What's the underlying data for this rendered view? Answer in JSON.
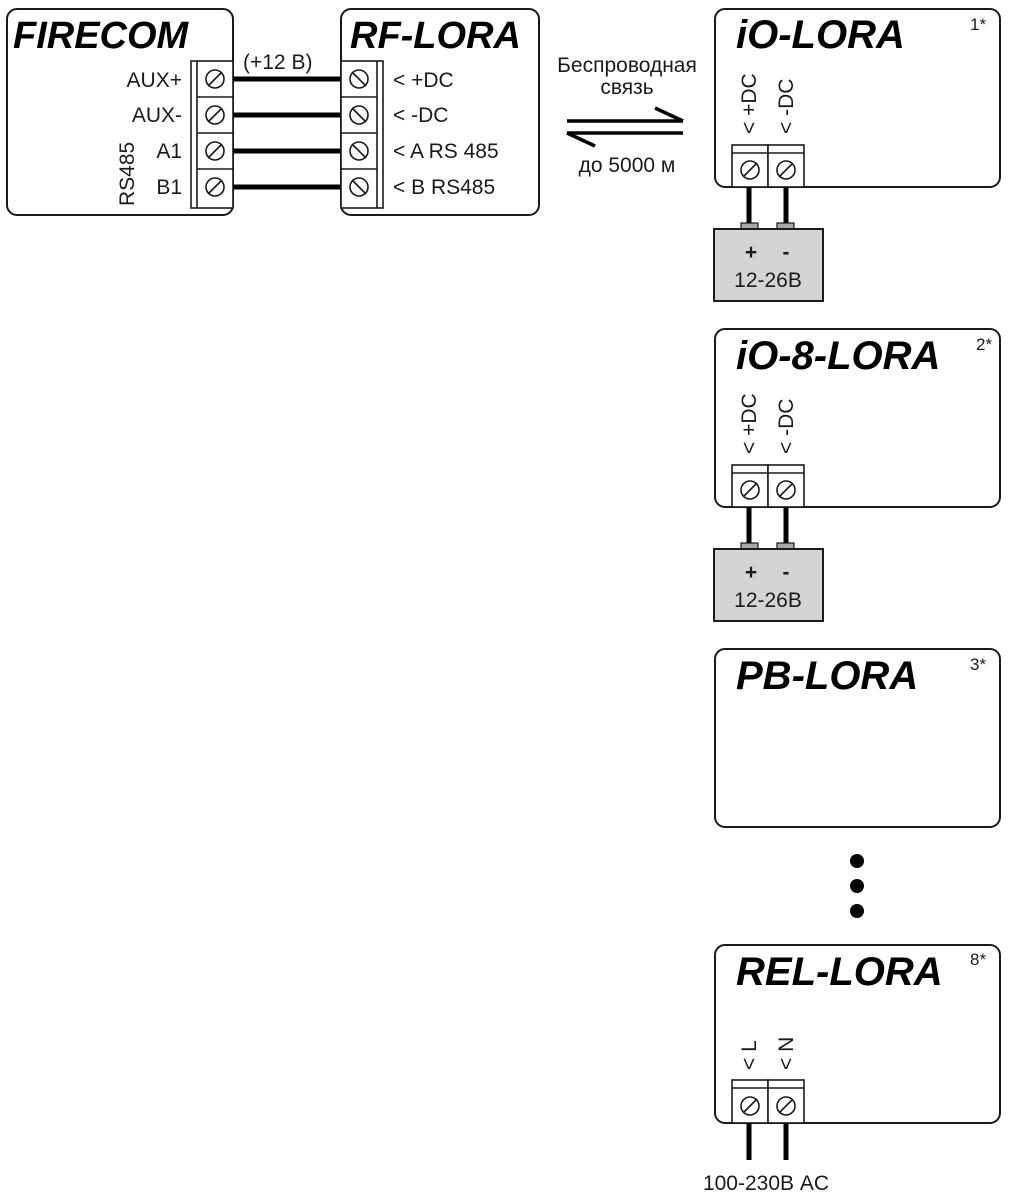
{
  "devices": {
    "firecom": {
      "title": "FIRECOM",
      "terminals": [
        "AUX+",
        "AUX-",
        "A1",
        "B1"
      ],
      "group_label": "RS485"
    },
    "rf_lora": {
      "title": "RF-LORA",
      "terminals": [
        "< +DC",
        "< -DC",
        "< A RS 485",
        "< B RS485"
      ]
    },
    "io_lora": {
      "title": "iO-LORA",
      "note": "1*",
      "terminals": [
        "< +DC",
        "< -DC"
      ],
      "psu": {
        "plus": "+",
        "minus": "-",
        "voltage": "12-26В"
      }
    },
    "io8_lora": {
      "title": "iO-8-LORA",
      "note": "2*",
      "terminals": [
        "< +DC",
        "< -DC"
      ],
      "psu": {
        "plus": "+",
        "minus": "-",
        "voltage": "12-26В"
      }
    },
    "pb_lora": {
      "title": "PB-LORA",
      "note": "3*"
    },
    "rel_lora": {
      "title": "REL-LORA",
      "note": "8*",
      "terminals": [
        "< L",
        "< N"
      ],
      "supply": "100-230В AC"
    }
  },
  "wiring": {
    "voltage_note": "(+12 В)"
  },
  "wireless": {
    "label_line1": "Беспроводная",
    "label_line2": "связь",
    "range": "до 5000 м"
  },
  "continuation": "ellipsis-vertical"
}
